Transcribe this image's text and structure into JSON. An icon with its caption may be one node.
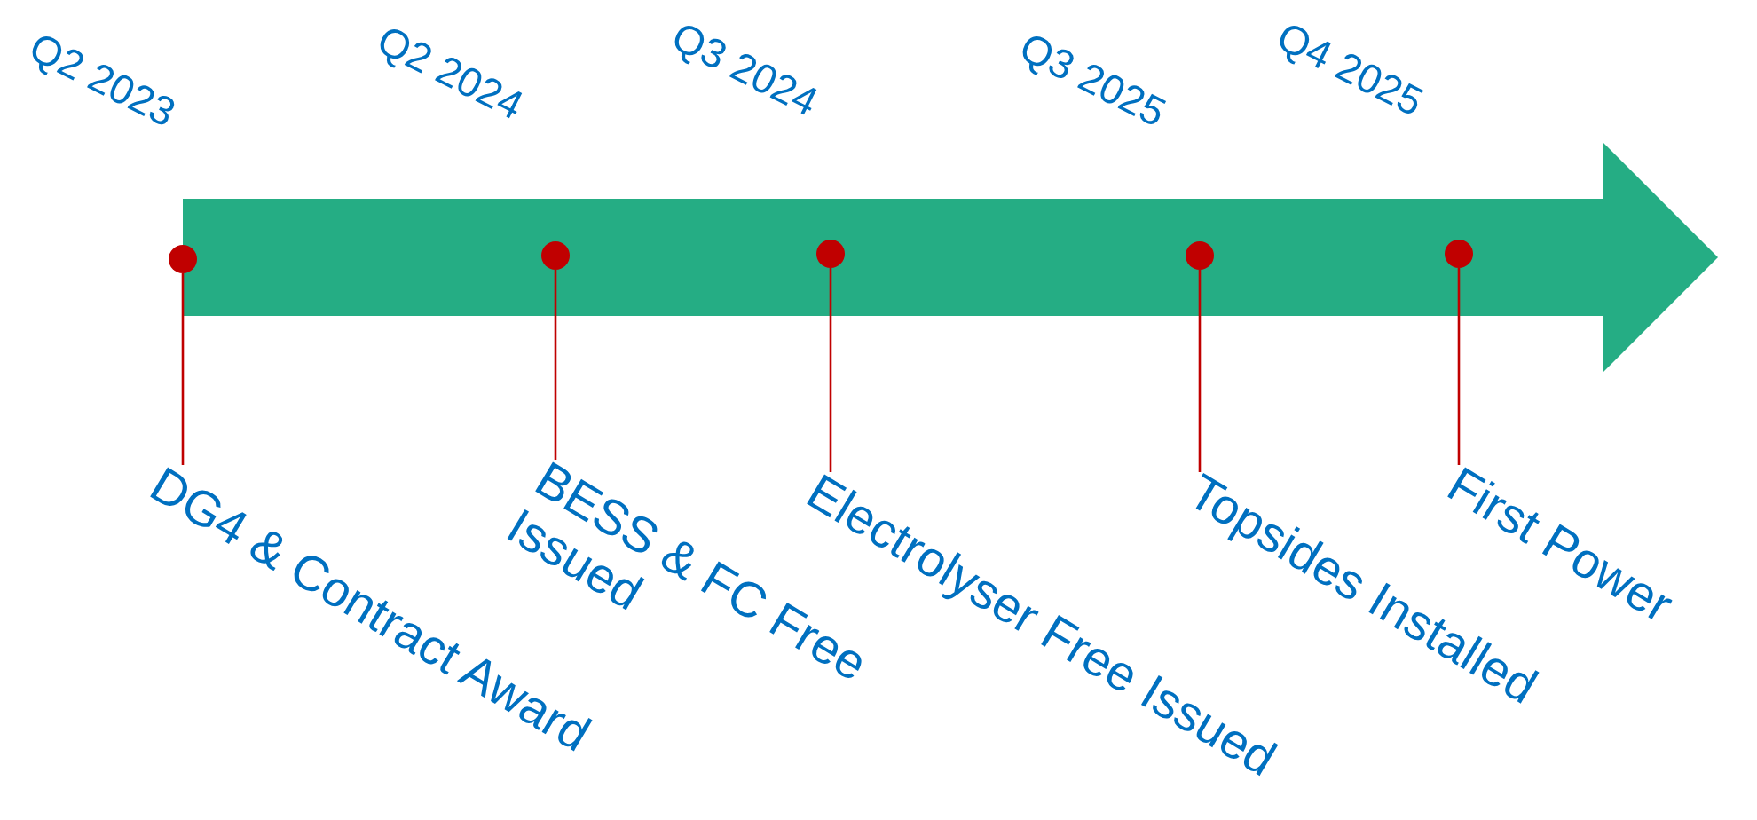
{
  "diagram": {
    "nodes": [
      {
        "text": [],
        "shape": "circle"
      },
      {
        "text": [],
        "shape": "circle"
      },
      {
        "text": [],
        "shape": "circle"
      },
      {
        "text": [],
        "shape": "circle"
      },
      {
        "text": [],
        "shape": "circle"
      },
      {
        "text": [
          "DG4 & Contract Award"
        ]
      },
      {
        "text": [
          "BESS & FC Free Issued"
        ]
      },
      {
        "text": [
          "Electrolyser Free Issued"
        ]
      },
      {
        "text": [
          "Topsides Installed"
        ]
      },
      {
        "text": [
          "First Power"
        ]
      }
    ],
    "edges": [
      {
        "from": 0,
        "to": 5,
        "arrow": "none"
      },
      {
        "from": 1,
        "to": 6,
        "arrow": "none"
      },
      {
        "from": 2,
        "to": 7,
        "arrow": "none"
      },
      {
        "from": 3,
        "to": 8,
        "arrow": "none"
      },
      {
        "from": 4,
        "to": 9,
        "arrow": "none"
      }
    ],
    "labels": [
      "Q2 2023",
      "Q2 2024",
      "Q3 2024",
      "Q3 2025",
      "Q4 2025"
    ]
  }
}
